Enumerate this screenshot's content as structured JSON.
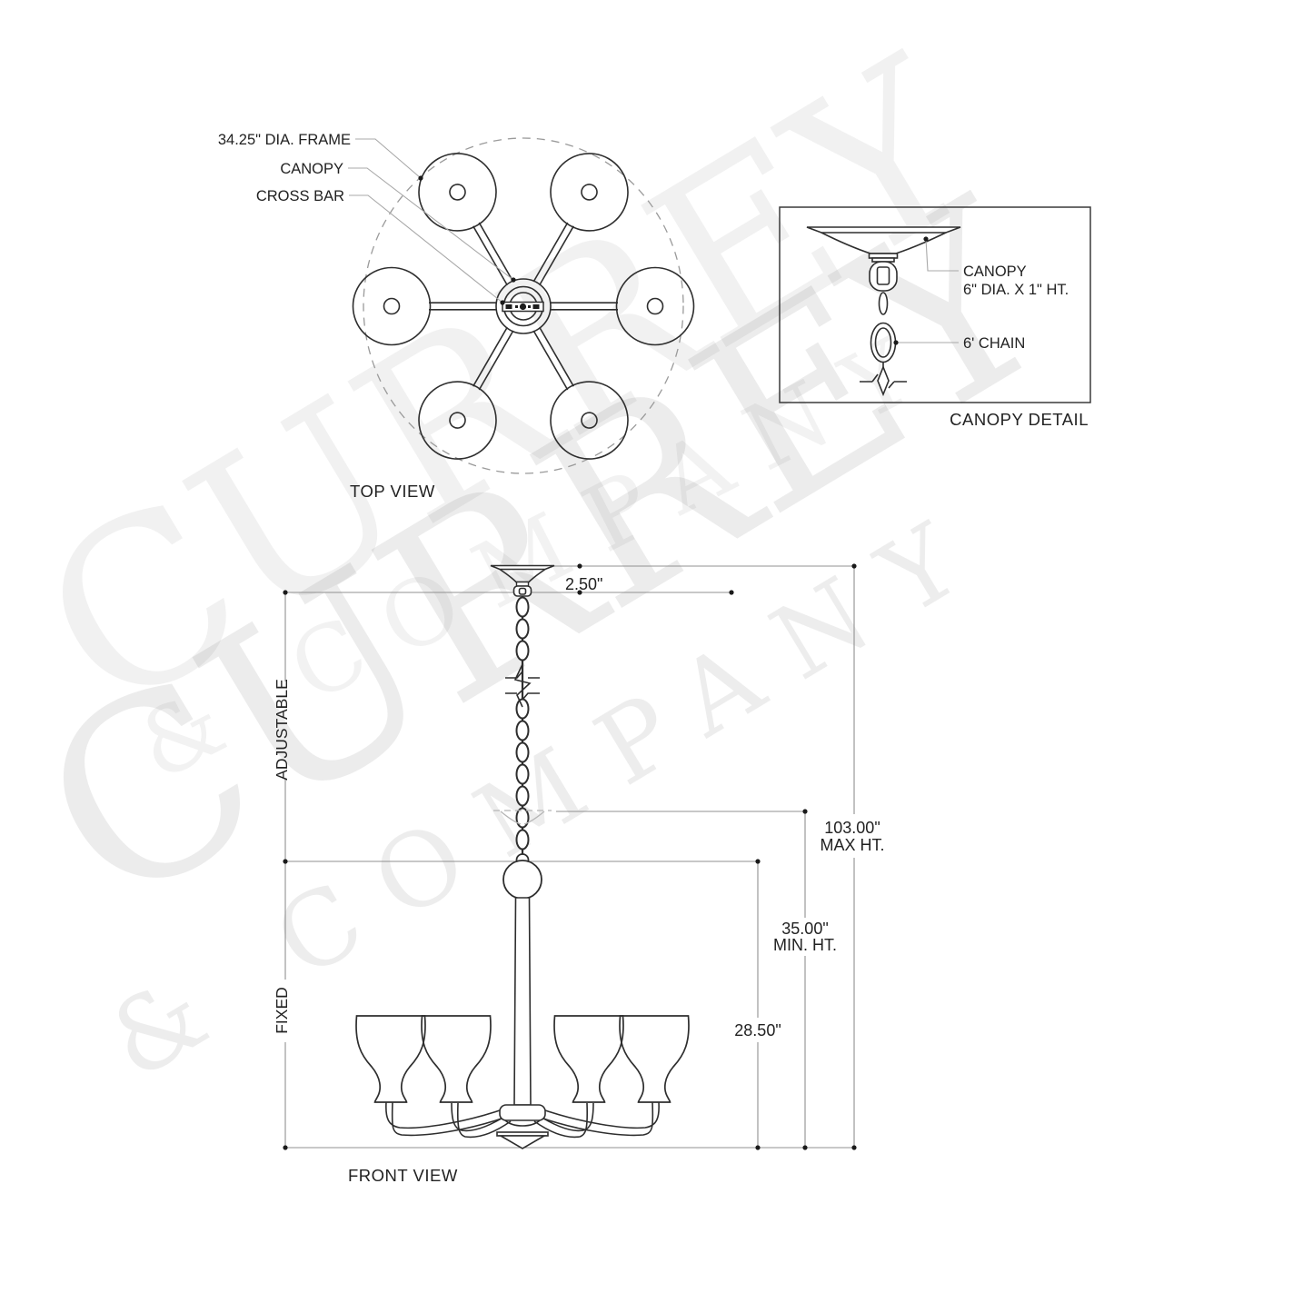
{
  "watermark": {
    "line1": "CURREY",
    "line2": "& COMPANY"
  },
  "top_view": {
    "caption": "TOP VIEW",
    "callouts": {
      "frame": "34.25\" DIA. FRAME",
      "canopy": "CANOPY",
      "crossbar": "CROSS BAR"
    }
  },
  "canopy_detail": {
    "caption": "CANOPY DETAIL",
    "canopy_label_line1": "CANOPY",
    "canopy_label_line2": "6\" DIA. X 1\" HT.",
    "chain_label": "6' CHAIN"
  },
  "front_view": {
    "caption": "FRONT VIEW",
    "dims": {
      "canopy_height": "2.50\"",
      "adjustable": "ADJUSTABLE",
      "fixed": "FIXED",
      "max_height_value": "103.00\"",
      "max_height_label": "MAX HT.",
      "min_height_value": "35.00\"",
      "min_height_label": "MIN. HT.",
      "body_height": "28.50\""
    }
  },
  "colors": {
    "line": "#2e2e2e",
    "dimension": "#909090",
    "leader": "#a8a8a8",
    "ghost": "#b5b5b5",
    "watermark_tint": "#e7e7e7"
  }
}
